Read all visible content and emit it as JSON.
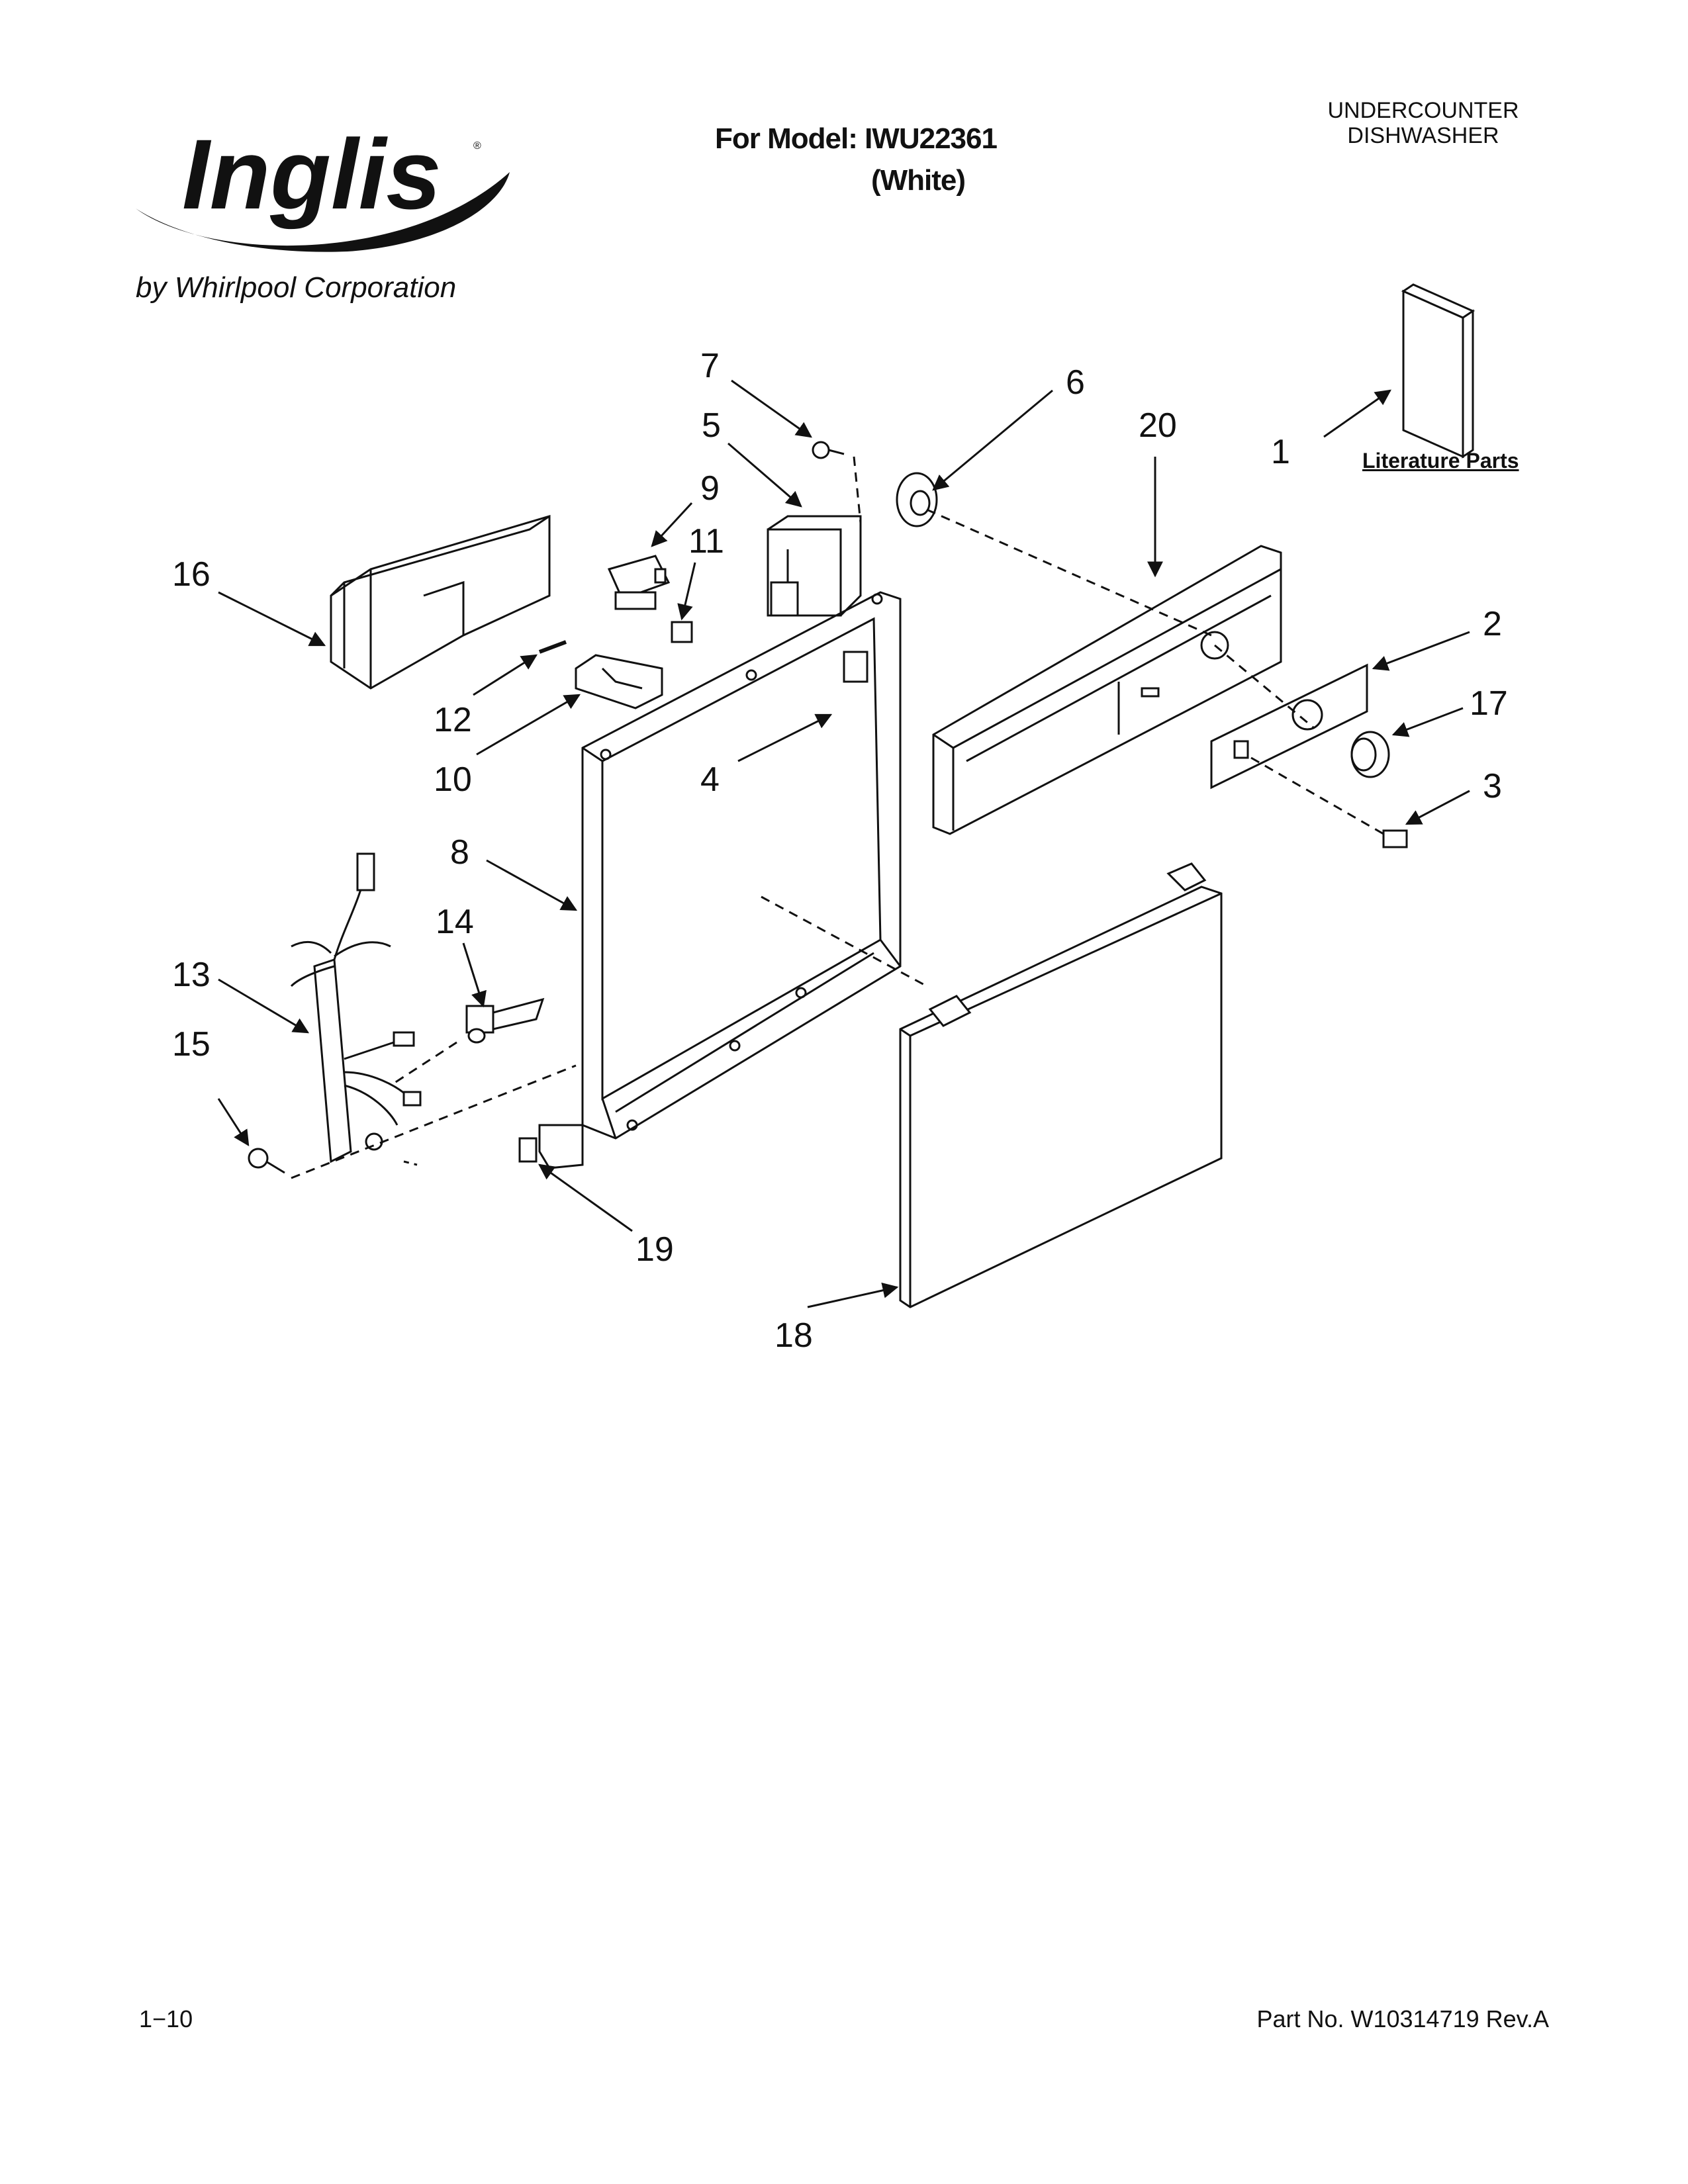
{
  "brand": {
    "logo_text": "Inglis",
    "byline": "by Whirlpool Corporation"
  },
  "header": {
    "model_line": "For Model: IWU22361",
    "color_line": "(White)",
    "product_line1": "UNDERCOUNTER",
    "product_line2": "DISHWASHER"
  },
  "literature_label": "Literature Parts",
  "callouts": [
    "1",
    "2",
    "3",
    "4",
    "5",
    "6",
    "7",
    "8",
    "9",
    "10",
    "11",
    "12",
    "13",
    "14",
    "15",
    "16",
    "17",
    "18",
    "19",
    "20"
  ],
  "footer": {
    "page": "1−10",
    "part_no": "Part No. W10314719 Rev.A"
  }
}
